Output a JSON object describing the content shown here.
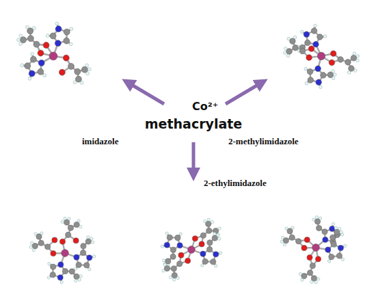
{
  "diagram": {
    "labels": [
      "Co²⁺",
      "methacrylate",
      "imidazole",
      "2-methylimidazole",
      "2-ethylimidazole"
    ]
  }
}
